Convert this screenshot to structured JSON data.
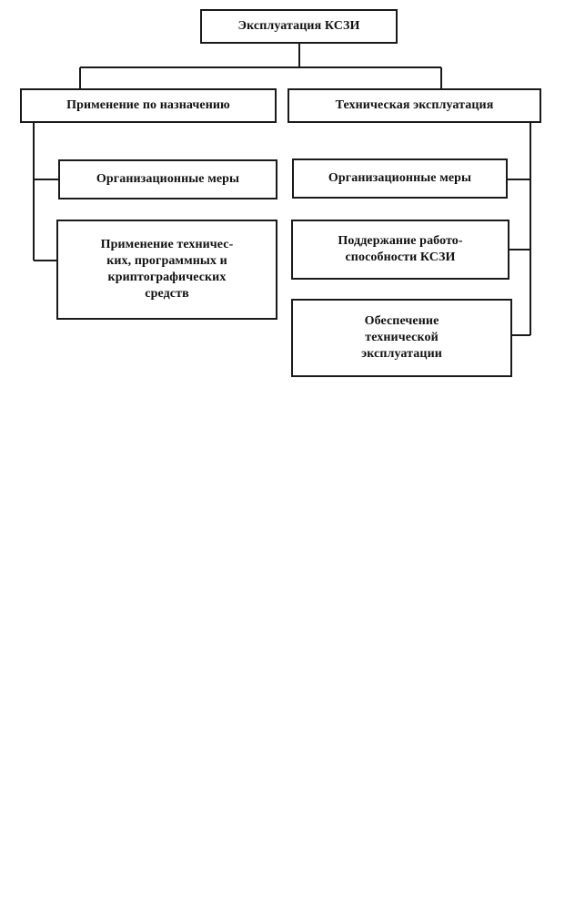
{
  "diagram": {
    "root": "Эксплуатация КСЗИ",
    "left_branch": {
      "title": "Применение по назначению",
      "children": [
        "Организационные меры",
        "Применение техничес-\nких, программных и\nкриптографических\nсредств"
      ]
    },
    "right_branch": {
      "title": "Техническая эксплуатация",
      "children": [
        "Организационные меры",
        "Поддержание работо-\nспособности КСЗИ",
        "Обеспечение\nтехнической\nэксплуатации"
      ]
    }
  }
}
